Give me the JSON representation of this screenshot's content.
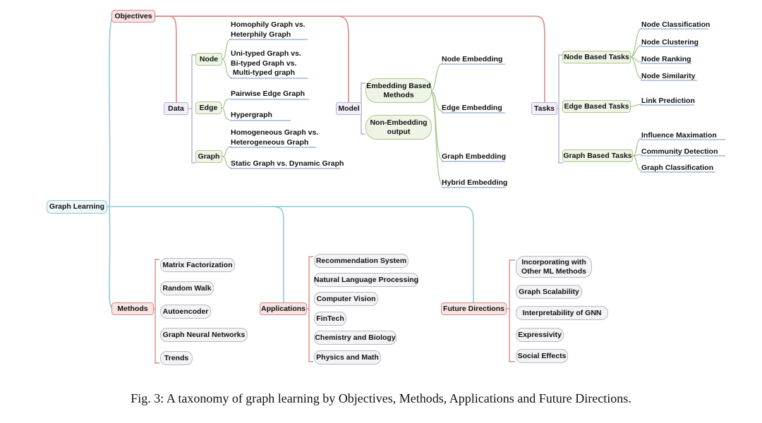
{
  "root": {
    "label": "Graph Learning"
  },
  "objectives": {
    "label": "Objectives",
    "data": {
      "label": "Data",
      "node": {
        "label": "Node",
        "leaves": [
          "Homophily Graph vs.\nHeterphily Graph",
          "Uni-typed Graph vs.\nBi-typed Graph vs.\n Multi-typed graph"
        ]
      },
      "edge": {
        "label": "Edge",
        "leaves": [
          "Pairwise Edge Graph",
          "Hypergraph"
        ]
      },
      "graph": {
        "label": "Graph",
        "leaves": [
          "Homogeneous Graph vs.\nHeterogeneous Graph",
          "Static Graph vs. Dynamic Graph"
        ]
      }
    },
    "model": {
      "label": "Model",
      "embedding_based": "Embedding Based\nMethods",
      "non_embedding": "Non-Embedding\noutput",
      "leaves": [
        "Node Embedding",
        "Edge Embedding",
        "Graph Embedding",
        "Hybrid Embedding"
      ]
    },
    "tasks": {
      "label": "Tasks",
      "node_based": {
        "label": "Node Based Tasks",
        "leaves": [
          "Node Classification",
          "Node Clustering",
          "Node Ranking",
          "Node Similarity"
        ]
      },
      "edge_based": {
        "label": "Edge Based Tasks",
        "leaves": [
          "Link Prediction"
        ]
      },
      "graph_based": {
        "label": "Graph Based Tasks",
        "leaves": [
          "Influence Maximation",
          "Community Detection",
          "Graph Classification"
        ]
      }
    }
  },
  "methods": {
    "label": "Methods",
    "items": [
      "Matrix Factorization",
      "Random Walk",
      "Autoencoder",
      "Graph Neural Networks",
      "Trends"
    ]
  },
  "applications": {
    "label": "Applications",
    "items": [
      "Recommendation System",
      "Natural Language Processing",
      "Computer Vision",
      "FinTech",
      "Chemistry and Biology",
      "Physics and Math"
    ]
  },
  "future_directions": {
    "label": "Future Directions",
    "items": [
      "Incorporating with\nOther ML Methods",
      "Graph Scalability",
      "Interpretability of GNN",
      "Expressivity",
      "Social Effects"
    ]
  },
  "caption": "Fig. 3: A taxonomy of graph learning by Objectives, Methods, Applications and Future Directions.",
  "colors": {
    "teal": "#8fc9d6",
    "red": "#d98a86",
    "purple": "#b8acd3",
    "green": "#a9c88a",
    "blue_underline": "#8fa8d8",
    "gray": "#b9b9c4"
  }
}
